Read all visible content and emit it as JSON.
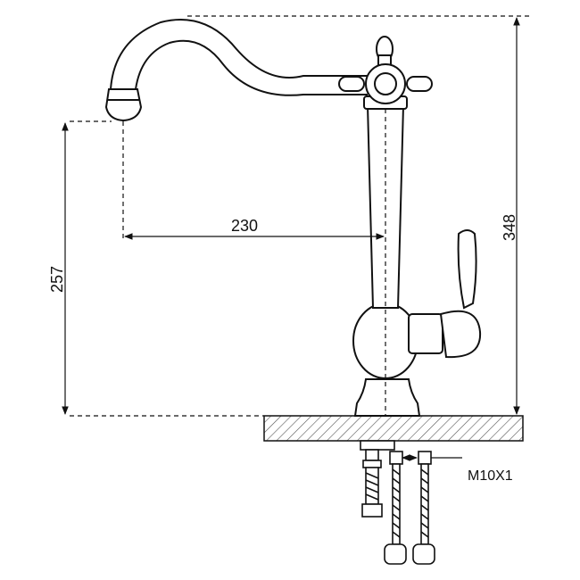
{
  "dimensions": {
    "reach": "230",
    "height_total": "348",
    "height_spout": "257"
  },
  "connection": {
    "thread": "M10X1"
  },
  "colors": {
    "line": "#111111",
    "hatch": "#555555"
  }
}
